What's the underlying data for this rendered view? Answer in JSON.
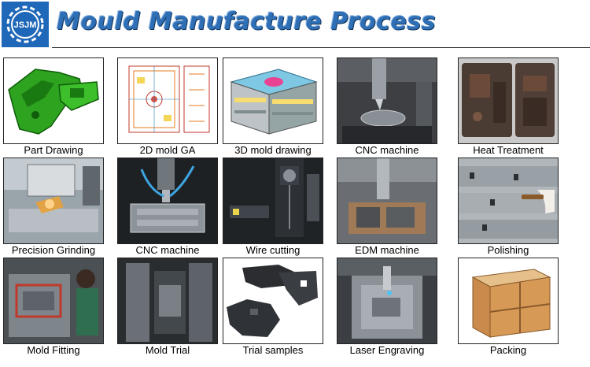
{
  "header": {
    "logo_text": "JSJM",
    "title": "Mould Manufacture Process"
  },
  "steps": [
    {
      "label": "Part Drawing"
    },
    {
      "label": "2D mold GA"
    },
    {
      "label": "3D mold drawing"
    },
    {
      "label": "CNC machine"
    },
    {
      "label": "Heat Treatment"
    },
    {
      "label": "Precision Grinding"
    },
    {
      "label": "CNC machine"
    },
    {
      "label": "Wire cutting"
    },
    {
      "label": "EDM machine"
    },
    {
      "label": "Polishing"
    },
    {
      "label": "Mold Fitting"
    },
    {
      "label": "Mold Trial"
    },
    {
      "label": "Trial samples"
    },
    {
      "label": "Laser Engraving"
    },
    {
      "label": "Packing"
    }
  ],
  "colors": {
    "logo_bg": "#1f67b8",
    "title": "#2f6fb6"
  }
}
